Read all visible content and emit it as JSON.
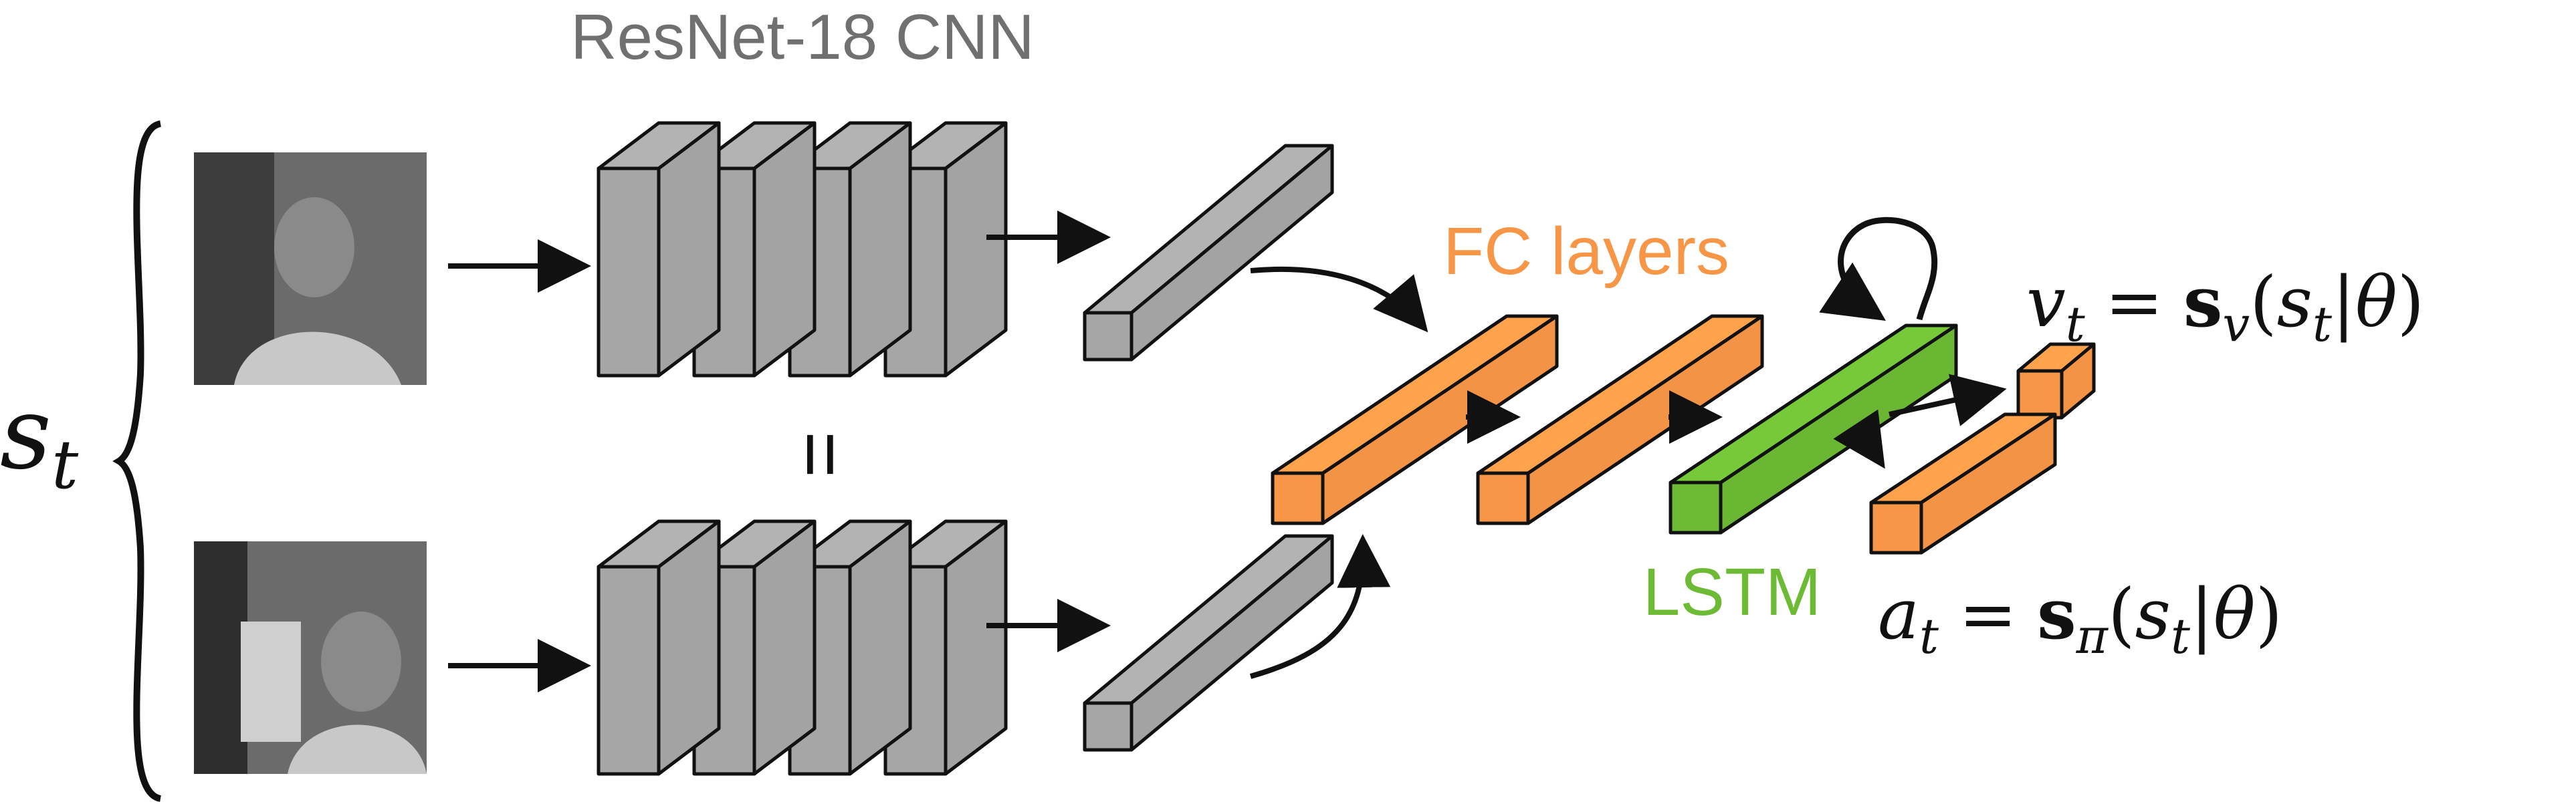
{
  "title": "ResNet-18 CNN",
  "state_label": {
    "base": "s",
    "sub": "t"
  },
  "equals_symbol": "=",
  "fc_label": "FC layers",
  "lstm_label": "LSTM",
  "value_eq": {
    "lhs_base": "v",
    "lhs_sub": "t",
    "eq": "=",
    "func_base": "s",
    "func_sub": "v",
    "arg_open": "(",
    "arg_base": "s",
    "arg_sub": "t",
    "bar": "|",
    "theta": "θ",
    "arg_close": ")"
  },
  "action_eq": {
    "lhs_base": "a",
    "lhs_sub": "t",
    "eq": "=",
    "func_base": "s",
    "func_sub": "π",
    "arg_open": "(",
    "arg_base": "s",
    "arg_sub": "t",
    "bar": "|",
    "theta": "θ",
    "arg_close": ")"
  },
  "colors": {
    "cnn_gray": "#a6a6a6",
    "fc_orange": "#f79646",
    "lstm_green": "#6dbb35",
    "title_gray": "#707070",
    "text_black": "#111111"
  }
}
